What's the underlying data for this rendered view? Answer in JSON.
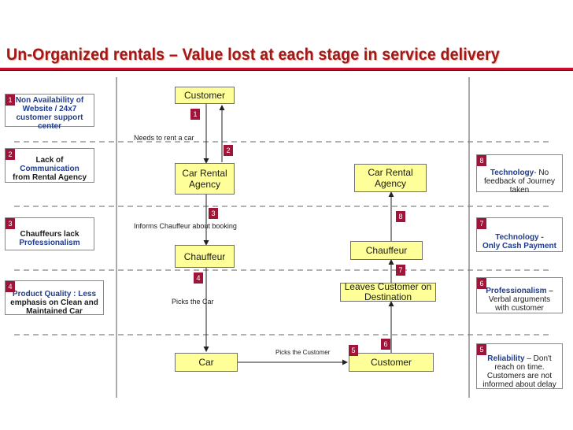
{
  "title": "Un-Organized rentals – Value lost at each stage in service delivery",
  "nodes": {
    "customer_top": "Customer",
    "agency_left": "Car Rental Agency",
    "chauffeur_left": "Chauffeur",
    "car": "Car",
    "customer_bottom": "Customer",
    "leaves": "Leaves Customer on Destination",
    "chauffeur_right": "Chauffeur",
    "agency_right": "Car Rental Agency"
  },
  "edge_labels": {
    "needs": "Needs to rent a car",
    "informs": "Informs Chauffeur about booking",
    "picks_car": "Picks the Car",
    "picks_customer": "Picks the Customer"
  },
  "badges": [
    "1",
    "2",
    "3",
    "4",
    "5",
    "6",
    "7",
    "8"
  ],
  "left_issues": [
    {
      "num": "1",
      "a": "Non Availability of",
      "b": "Website / 24x7",
      "c": "customer support",
      "d": "center"
    },
    {
      "num": "2",
      "a": "Lack of",
      "b": "Communication",
      "c": "from Rental Agency"
    },
    {
      "num": "3",
      "a": "Chauffeurs lack",
      "b": "Professionalism"
    },
    {
      "num": "4",
      "a": "Product Quality : Less",
      "b": "emphasis on Clean and",
      "c": "Maintained Car"
    }
  ],
  "right_issues": [
    {
      "num": "8",
      "a": "Technology",
      "b": "- No",
      "c": "feedback of Journey",
      "d": "taken"
    },
    {
      "num": "7",
      "a": "Technology -",
      "b": "Only Cash Payment"
    },
    {
      "num": "6",
      "a": "Professionalism –",
      "b": "Verbal arguments",
      "c": "with customer"
    },
    {
      "num": "5",
      "a": "Reliability",
      "b": " – Don't",
      "c": "reach on time.",
      "d": "Customers are not",
      "e": "informed about delay"
    }
  ],
  "colors": {
    "title": "#a01818",
    "rule": "#c8102e",
    "badge": "#a0143a",
    "node_fill": "#ffff99",
    "blue_text": "#1f3c8f"
  }
}
